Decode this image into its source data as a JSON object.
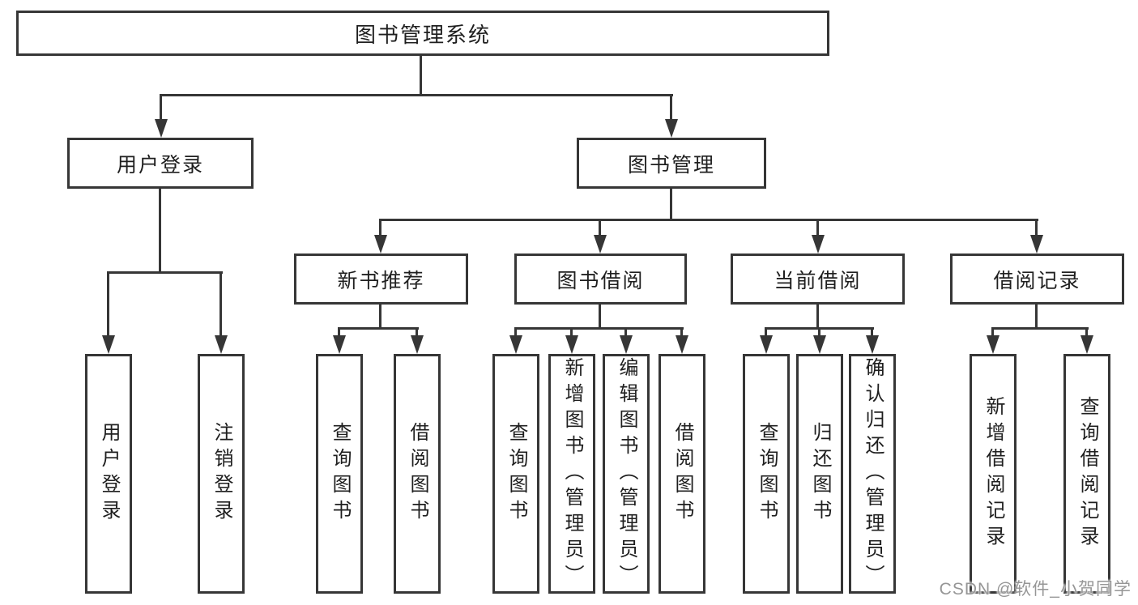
{
  "tree": {
    "root": {
      "label": "图书管理系统",
      "children": [
        {
          "label": "用户登录",
          "children": [
            {
              "label": "用户登录"
            },
            {
              "label": "注销登录"
            }
          ]
        },
        {
          "label": "图书管理",
          "children": [
            {
              "label": "新书推荐",
              "children": [
                {
                  "label": "查询图书"
                },
                {
                  "label": "借阅图书"
                }
              ]
            },
            {
              "label": "图书借阅",
              "children": [
                {
                  "label": "查询图书"
                },
                {
                  "label": "新增图书（管理员）"
                },
                {
                  "label": "编辑图书（管理员）"
                },
                {
                  "label": "借阅图书"
                }
              ]
            },
            {
              "label": "当前借阅",
              "children": [
                {
                  "label": "查询图书"
                },
                {
                  "label": "归还图书"
                },
                {
                  "label": "确认归还（管理员）"
                }
              ]
            },
            {
              "label": "借阅记录",
              "children": [
                {
                  "label": "新增借阅记录"
                },
                {
                  "label": "查询借阅记录"
                }
              ]
            }
          ]
        }
      ]
    }
  },
  "watermark": {
    "text": "CSDN @软件_小贺同学"
  },
  "colors": {
    "line": "#363636",
    "box_border": "#363636",
    "text": "#1f1f1f",
    "watermark": "#969696",
    "background": "#ffffff"
  }
}
